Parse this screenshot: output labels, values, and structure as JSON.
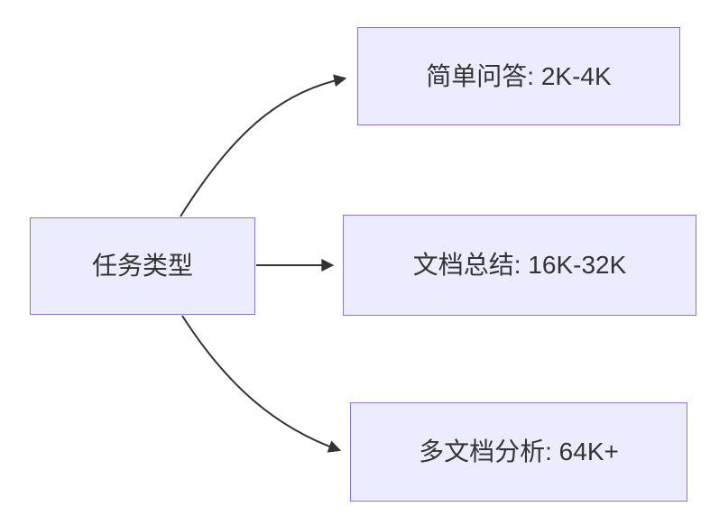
{
  "diagram": {
    "type": "flowchart-left-to-right",
    "root": {
      "id": "task-type",
      "label": "任务类型"
    },
    "children": [
      {
        "id": "simple-qa",
        "label": "简单问答: 2K-4K"
      },
      {
        "id": "doc-summary",
        "label": "文档总结: 16K-32K"
      },
      {
        "id": "multi-doc",
        "label": "多文档分析: 64K+"
      }
    ],
    "edges": [
      {
        "from": "task-type",
        "to": "simple-qa",
        "style": "curved-up",
        "arrowhead": "filled-triangle"
      },
      {
        "from": "task-type",
        "to": "doc-summary",
        "style": "straight",
        "arrowhead": "filled-triangle"
      },
      {
        "from": "task-type",
        "to": "multi-doc",
        "style": "curved-down",
        "arrowhead": "filled-triangle"
      }
    ],
    "colors": {
      "node_fill": "#ECECFF",
      "node_border": "#9370DB",
      "edge_stroke": "#333333",
      "text": "#333333",
      "background": "#FFFFFF"
    }
  }
}
